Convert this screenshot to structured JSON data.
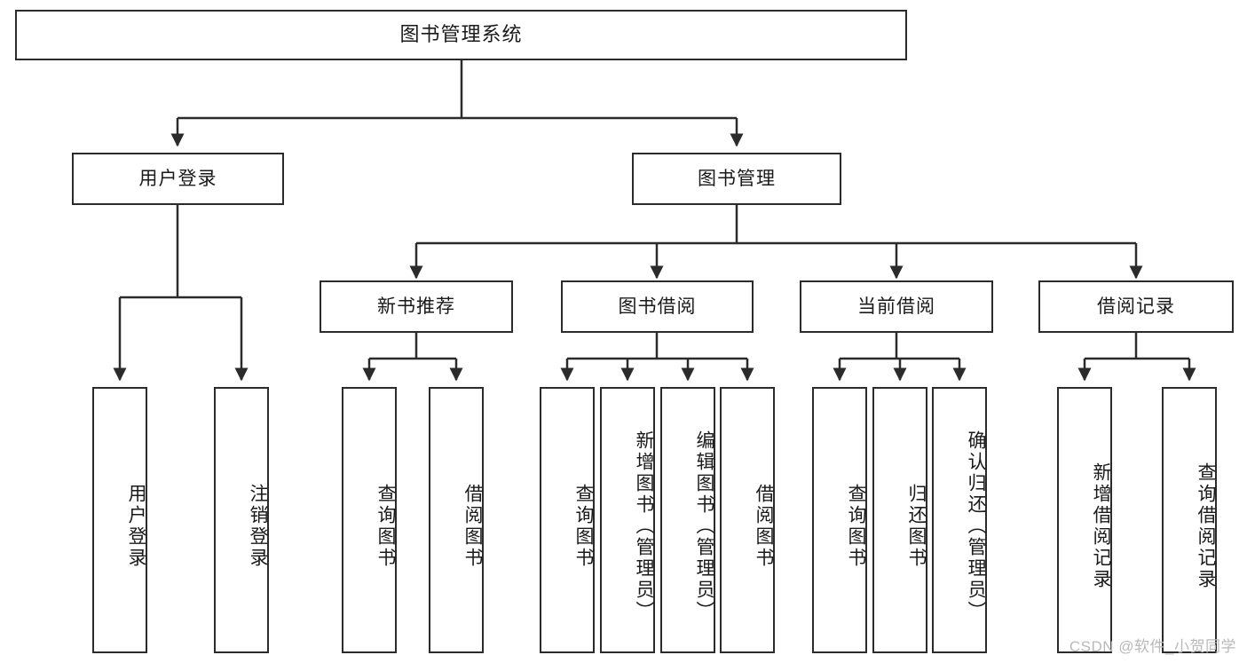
{
  "diagram": {
    "title": "图书管理系统",
    "type": "tree-structure-diagram",
    "watermark": "CSDN @软件_小贺同学",
    "colors": {
      "stroke": "#2b2b2b",
      "fill": "#ffffff",
      "text": "#1a1a1a",
      "watermark": "#b9b9b9"
    },
    "nodes": {
      "root": {
        "label": "图书管理系统"
      },
      "level1": [
        {
          "id": "user-login",
          "label": "用户登录"
        },
        {
          "id": "book-manage",
          "label": "图书管理"
        }
      ],
      "level2": [
        {
          "id": "new-book-rec",
          "label": "新书推荐"
        },
        {
          "id": "book-borrow",
          "label": "图书借阅"
        },
        {
          "id": "current-borrow",
          "label": "当前借阅"
        },
        {
          "id": "borrow-record",
          "label": "借阅记录"
        }
      ],
      "leaves_user_login": [
        {
          "id": "leaf-user-login",
          "label": "用户登录"
        },
        {
          "id": "leaf-user-logout",
          "label": "注销登录"
        }
      ],
      "leaves_new_book_rec": [
        {
          "id": "leaf-query-book-1",
          "label": "查询图书"
        },
        {
          "id": "leaf-borrow-book-1",
          "label": "借阅图书"
        }
      ],
      "leaves_book_borrow": [
        {
          "id": "leaf-query-book-2",
          "label": "查询图书"
        },
        {
          "id": "leaf-add-book",
          "label": "新增图书（管理员）"
        },
        {
          "id": "leaf-edit-book",
          "label": "编辑图书（管理员）"
        },
        {
          "id": "leaf-borrow-book-2",
          "label": "借阅图书"
        }
      ],
      "leaves_current_borrow": [
        {
          "id": "leaf-query-book-3",
          "label": "查询图书"
        },
        {
          "id": "leaf-return-book",
          "label": "归还图书"
        },
        {
          "id": "leaf-confirm-return",
          "label": "确认归还（管理员）"
        }
      ],
      "leaves_borrow_record": [
        {
          "id": "leaf-add-record",
          "label": "新增借阅记录"
        },
        {
          "id": "leaf-query-record",
          "label": "查询借阅记录"
        }
      ]
    }
  }
}
